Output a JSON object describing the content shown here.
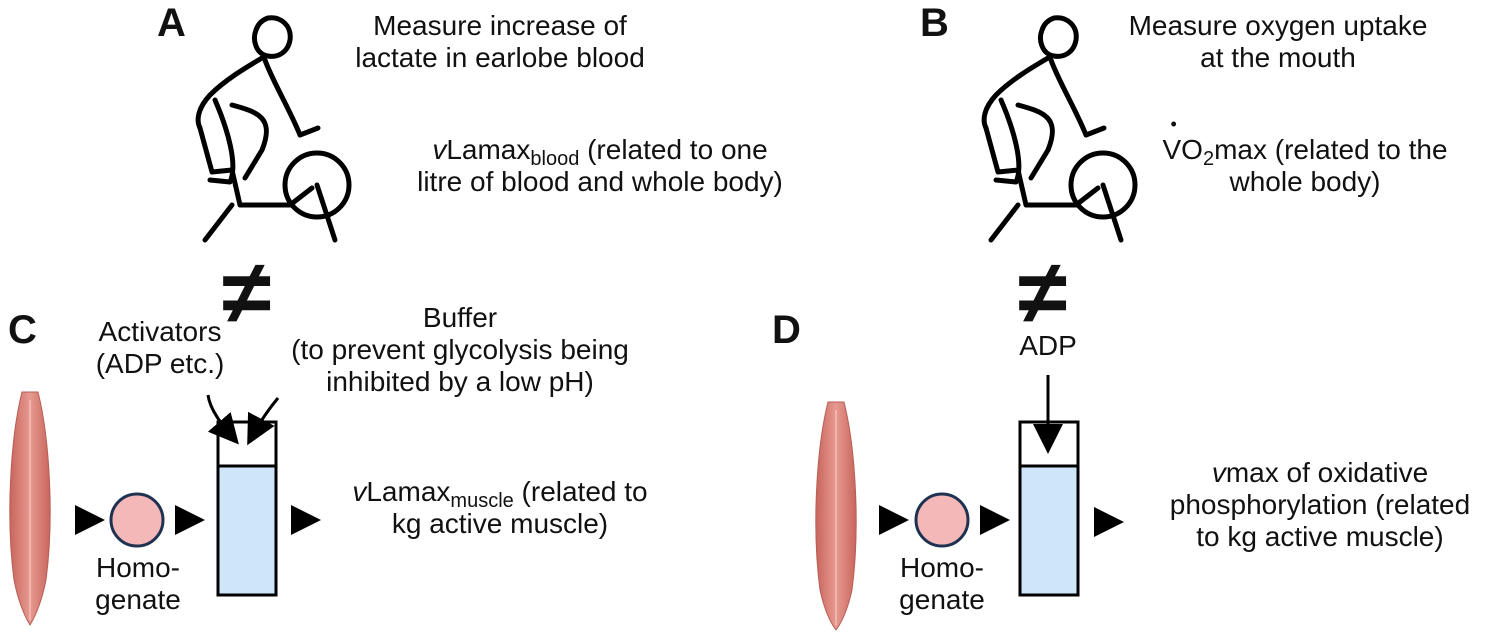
{
  "panels": {
    "a": {
      "letter": "A",
      "measure_line1": "Measure increase of",
      "measure_line2": "lactate in earlobe blood",
      "metric_prefix": "v",
      "metric_main": "Lamax",
      "metric_sub": "blood",
      "metric_suffix": " (related to one",
      "metric_line2": "litre of blood and whole body)"
    },
    "b": {
      "letter": "B",
      "measure_line1": "Measure oxygen uptake",
      "measure_line2": "at the mouth",
      "metric_v": "V",
      "metric_o": "O",
      "metric_sub": "2",
      "metric_suffix": "max (related to the",
      "metric_line2": "whole body)"
    },
    "c": {
      "letter": "C",
      "activators_line1": "Activators",
      "activators_line2": "(ADP etc.)",
      "buffer_line1": "Buffer",
      "buffer_line2": "(to prevent glycolysis being",
      "buffer_line3": "inhibited by a low pH)",
      "homogenate_line1": "Homo-",
      "homogenate_line2": "genate",
      "metric_prefix": "v",
      "metric_main": "Lamax",
      "metric_sub": "muscle",
      "metric_suffix": " (related to",
      "metric_line2": "kg active muscle)"
    },
    "d": {
      "letter": "D",
      "adp": "ADP",
      "homogenate_line1": "Homo-",
      "homogenate_line2": "genate",
      "metric_prefix": "v",
      "metric_main": "max of oxidative",
      "metric_line2": "phosphorylation (related",
      "metric_line3": "to kg active muscle)"
    }
  },
  "symbols": {
    "not_equal": "≠"
  },
  "colors": {
    "muscle": "#d9847c",
    "muscle_dark": "#b95e57",
    "homogenate_fill": "#f4b8b8",
    "homogenate_stroke": "#1f3252",
    "tube_fill": "#cfe6fa",
    "ink": "#000000"
  }
}
